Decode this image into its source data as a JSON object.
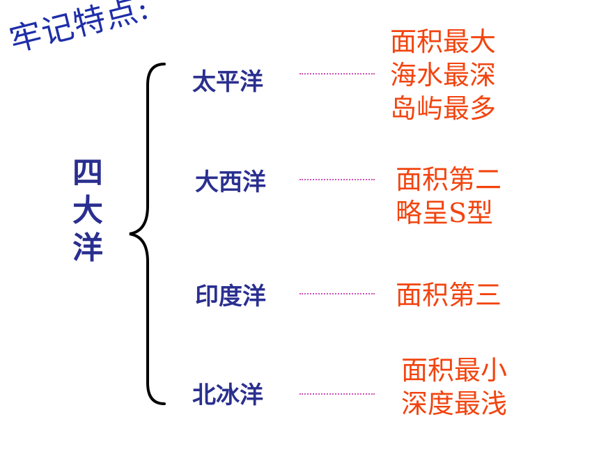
{
  "title": "牢记特点:",
  "group_label": [
    "四",
    "大",
    "洋"
  ],
  "oceans": [
    {
      "name": "太平洋",
      "features": [
        "面积最大",
        "海水最深",
        "岛屿最多"
      ]
    },
    {
      "name": "大西洋",
      "features": [
        "面积第二",
        "略呈S型"
      ]
    },
    {
      "name": "印度洋",
      "features": [
        "面积第三"
      ]
    },
    {
      "name": "北冰洋",
      "features": [
        "面积最小",
        "深度最浅"
      ]
    }
  ],
  "colors": {
    "title": "#1f2ea8",
    "ocean_text": "#2a2f8f",
    "feature_text": "#f2440f",
    "connector": "#cc4fb6",
    "brace": "#000000"
  }
}
